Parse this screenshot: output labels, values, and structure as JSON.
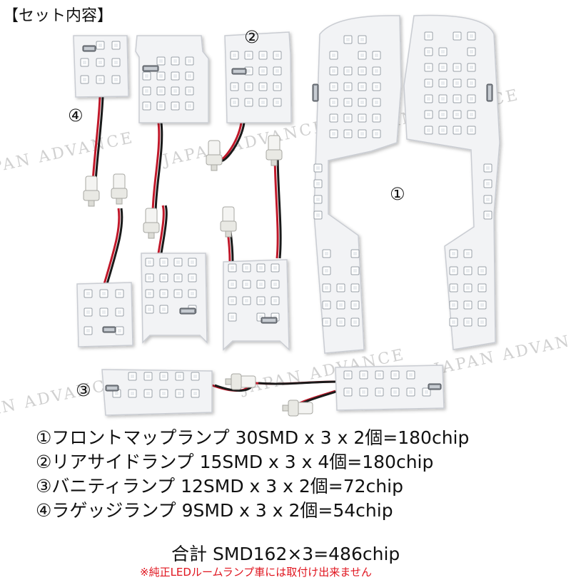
{
  "heading": "【セット内容】",
  "watermark": "JAPAN ADVANCE",
  "callouts": [
    "①",
    "②",
    "③",
    "④"
  ],
  "spec_lines": [
    "①フロントマップランプ 30SMD x 3 x 2個=180chip",
    "②リアサイドランプ 15SMD x 3 x 4個=180chip",
    "③バニティランプ 12SMD x 3 x 2個=72chip",
    "④ラゲッジランプ 9SMD x 3 x 2個=54chip"
  ],
  "total": "合計 SMD162×3=486chip",
  "note": "※純正LEDルームランプ車には取付け出来ません",
  "colors": {
    "board": "#f2f3f5",
    "board_edge": "#c9ccd2",
    "led": "#ffffff",
    "led_edge": "#9aa0a8",
    "wire_red": "#c0182a",
    "wire_black": "#1a1a1a",
    "note_red": "#e0141e"
  }
}
